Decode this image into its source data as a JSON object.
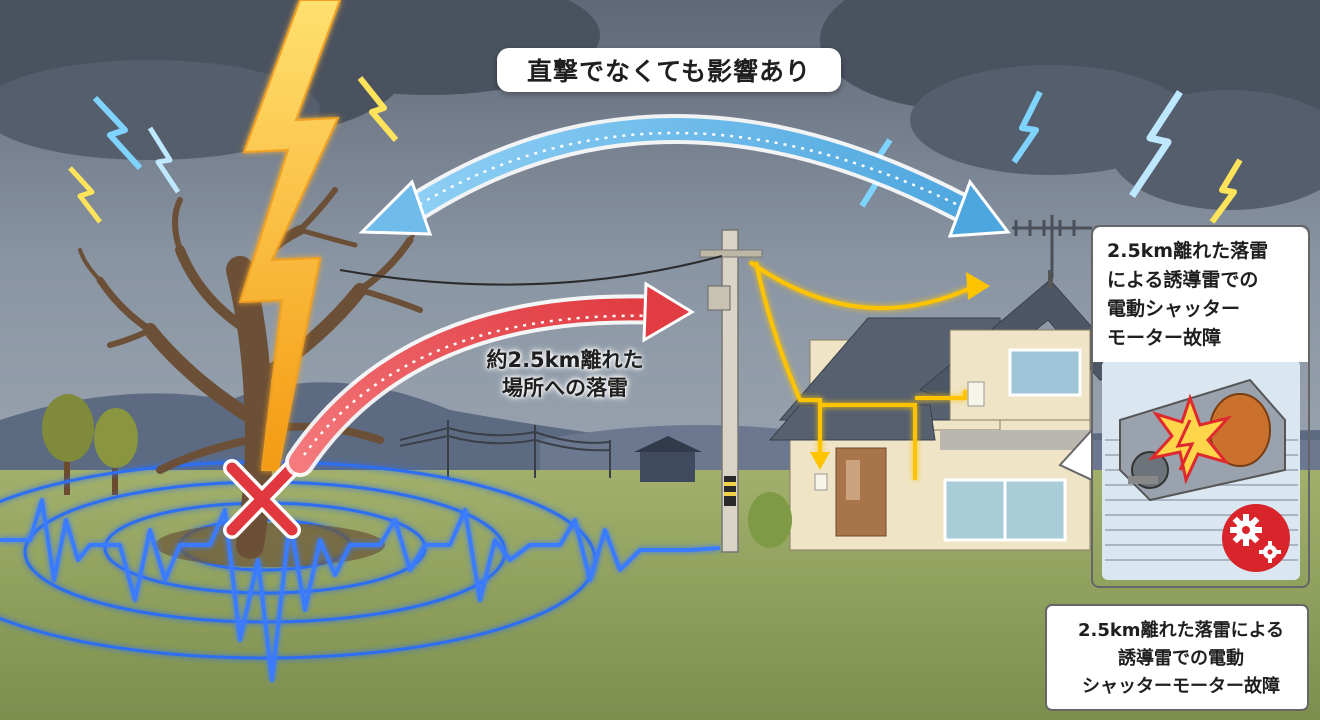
{
  "labels": {
    "top": "直撃でなくても影響あり",
    "middle_line1": "約2.5km離れた",
    "middle_line2": "場所への落雷",
    "callout_lines": [
      "2.5km離れた落雷",
      "による誘導雷での",
      "電動シャッター",
      "モーター故障"
    ],
    "caption_lines": [
      "2.5km離れた落雷による",
      "誘導雷での電動",
      "シャッターモーター故障"
    ]
  },
  "colors": {
    "sky": "#6f7b8c",
    "cloud": "#4a5260",
    "lightning": "#f7b326",
    "blue_arrow": "#63b4e6",
    "red_arrow": "#e0454a",
    "ground": "#8fa15f",
    "pulse": "#2a5fe0",
    "surge": "#f5c000",
    "fault_badge": "#d8242a"
  },
  "icons": [
    "lightning-bolt-icon",
    "strike-x-icon",
    "gear-icon",
    "antenna-icon",
    "motor-icon"
  ]
}
